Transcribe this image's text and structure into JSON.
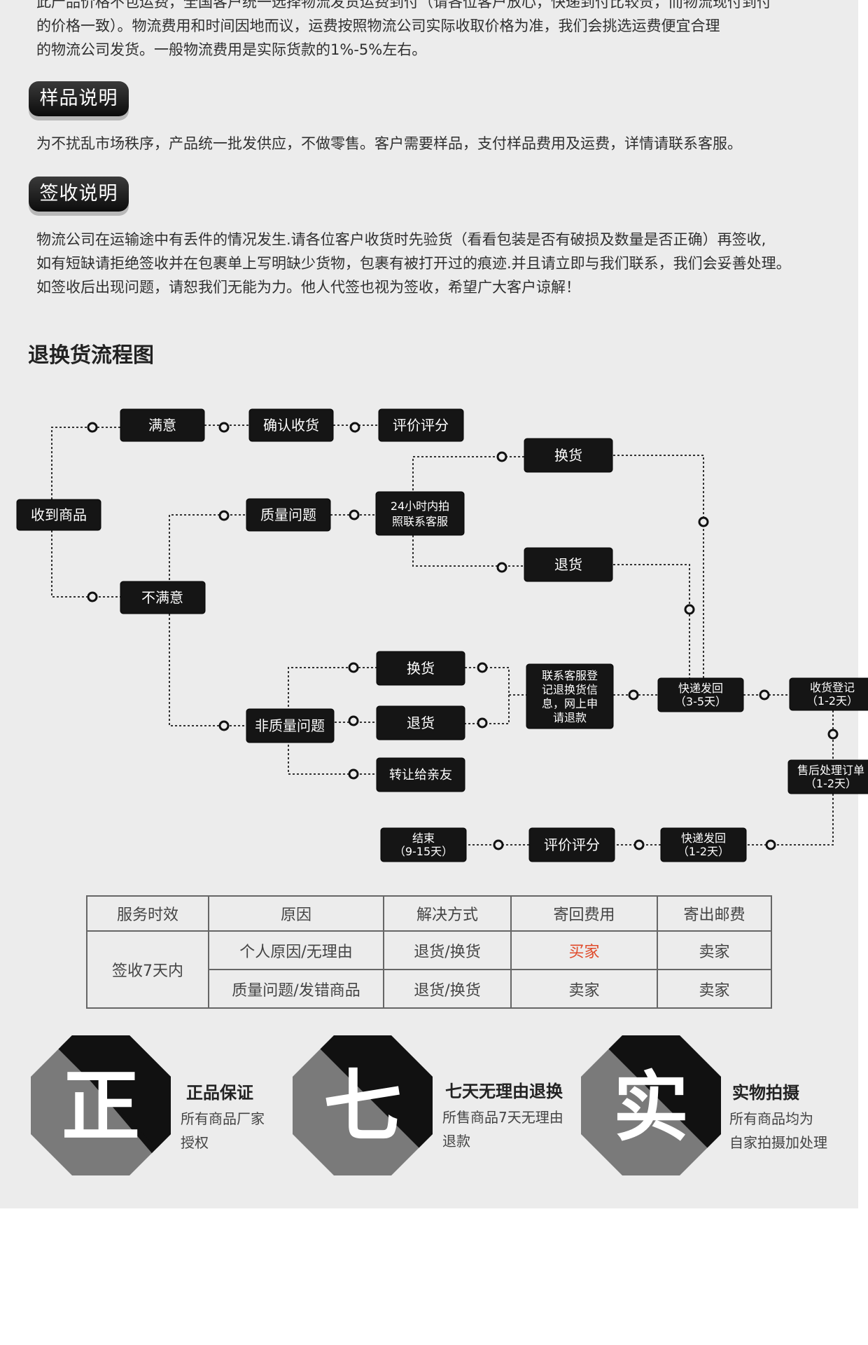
{
  "intro": {
    "line1": "此产品价格不包运费，全国客户统一选择物流发货运费到付（请各位客户放心，快递到付比较贵，而物流现付到付",
    "line2": "的价格一致）。物流费用和时间因地而议，运费按照物流公司实际收取价格为准，我们会挑选运费便宜合理",
    "line3": "的物流公司发货。一般物流费用是实际货款的1%-5%左右。"
  },
  "sample": {
    "title": "样品说明",
    "text": "为不扰乱市场秩序，产品统一批发供应，不做零售。客户需要样品，支付样品费用及运费，详情请联系客服。"
  },
  "signoff": {
    "title": "签收说明",
    "line1": "物流公司在运输途中有丢件的情况发生.请各位客户收货时先验货（看看包装是否有破损及数量是否正确）再签收,",
    "line2": "如有短缺请拒绝签收并在包裹单上写明缺少货物，包裹有被打开过的痕迹.并且请立即与我们联系，我们会妥善处理。",
    "line3": "如签收后出现问题，请恕我们无能为力。他人代签也视为签收，希望广大客户谅解！"
  },
  "flow": {
    "title": "退换货流程图",
    "received": "收到商品",
    "satisfied": "满意",
    "confirm": "确认收货",
    "rate1": "评价评分",
    "unsatisfied": "不满意",
    "quality": "质量问题",
    "contact24_l1": "24小时内拍",
    "contact24_l2": "照联系客服",
    "exchange1": "换货",
    "return1": "退货",
    "nonquality": "非质量问题",
    "exchange2": "换货",
    "return2": "退货",
    "transfer": "转让给亲友",
    "cs_l1": "联系客服登",
    "cs_l2": "记退换货信",
    "cs_l3": "息，网上申",
    "cs_l4": "请退款",
    "ship_back_l1": "快递发回",
    "ship_back_l2": "（3-5天）",
    "register_l1": "收货登记",
    "register_l2": "（1-2天）",
    "aftersale_l1": "售后处理订单",
    "aftersale_l2": "（1-2天）",
    "ship_out_l1": "快递发回",
    "ship_out_l2": "（1-2天）",
    "rate2": "评价评分",
    "end_l1": "结束",
    "end_l2": "（9-15天）"
  },
  "table": {
    "headers": [
      "服务时效",
      "原因",
      "解决方式",
      "寄回费用",
      "寄出邮费"
    ],
    "period": "签收7天内",
    "rows": [
      {
        "reason": "个人原因/无理由",
        "method": "退货/换货",
        "return_fee": "买家",
        "ship_fee": "卖家"
      },
      {
        "reason": "质量问题/发错商品",
        "method": "退货/换货",
        "return_fee": "卖家",
        "ship_fee": "卖家"
      }
    ],
    "buyer_color": "#e04a2a"
  },
  "guarantees": [
    {
      "char": "正",
      "title": "正品保证",
      "line1": "所有商品厂家",
      "line2": "授权"
    },
    {
      "char": "七",
      "title": "七天无理由退换",
      "line1": "所售商品7天无理由",
      "line2": "退款"
    },
    {
      "char": "实",
      "title": "实物拍摄",
      "line1": "所有商品均为",
      "line2": "自家拍摄加处理"
    }
  ]
}
